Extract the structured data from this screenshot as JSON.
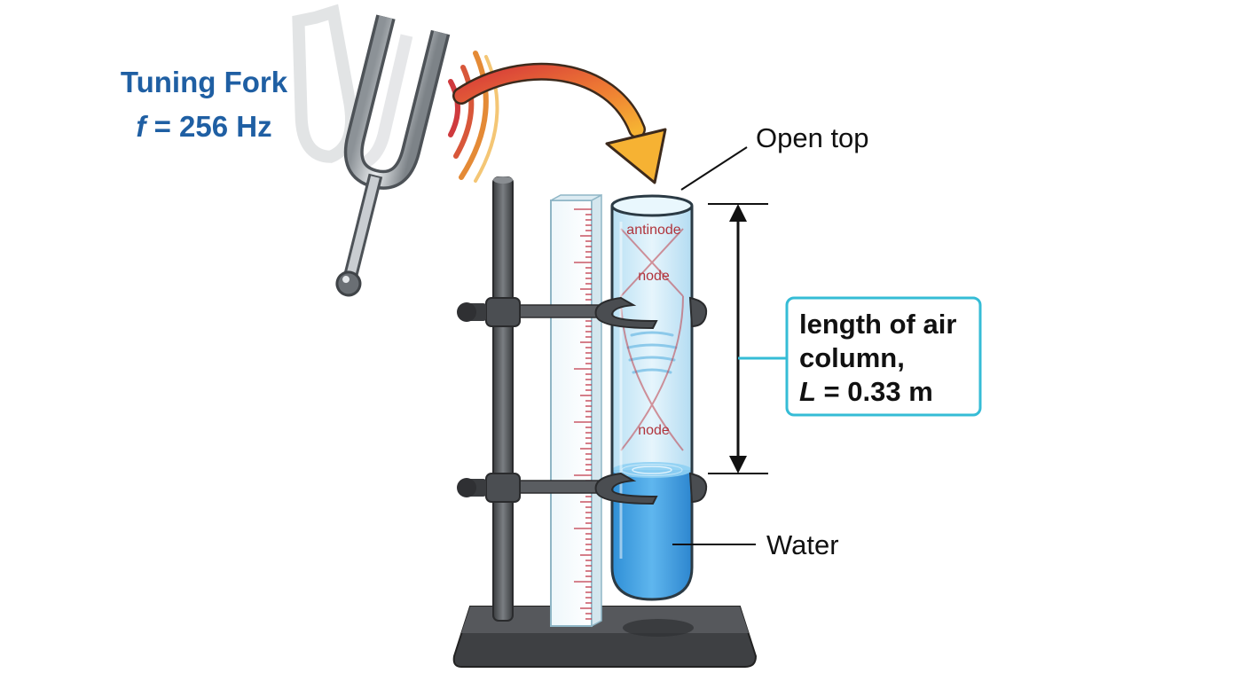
{
  "fork": {
    "title": "Tuning Fork",
    "freq_symbol": "f",
    "freq_value": " = 256 Hz"
  },
  "labels": {
    "open_top": "Open top",
    "water": "Water",
    "antinode": "antinode",
    "node_upper": "node",
    "node_lower": "node"
  },
  "length_box": {
    "line1": "length of air",
    "line2": "column,",
    "symbol": "L",
    "value": " = 0.33 m"
  },
  "colors": {
    "fork_label": "#1f5fa3",
    "water": "#3a9fe0",
    "air": "#cfeaf7",
    "wave": "#c0404a",
    "box_border": "#35bcd6",
    "stand": "#4d4f52",
    "arrow_start": "#d63a3a",
    "arrow_end": "#f6b233"
  },
  "icons": [
    "tuning-fork-icon",
    "sound-wave-icon",
    "curved-arrow-icon",
    "ruler-icon",
    "test-tube-icon",
    "retort-stand-icon",
    "clamp-icon"
  ]
}
